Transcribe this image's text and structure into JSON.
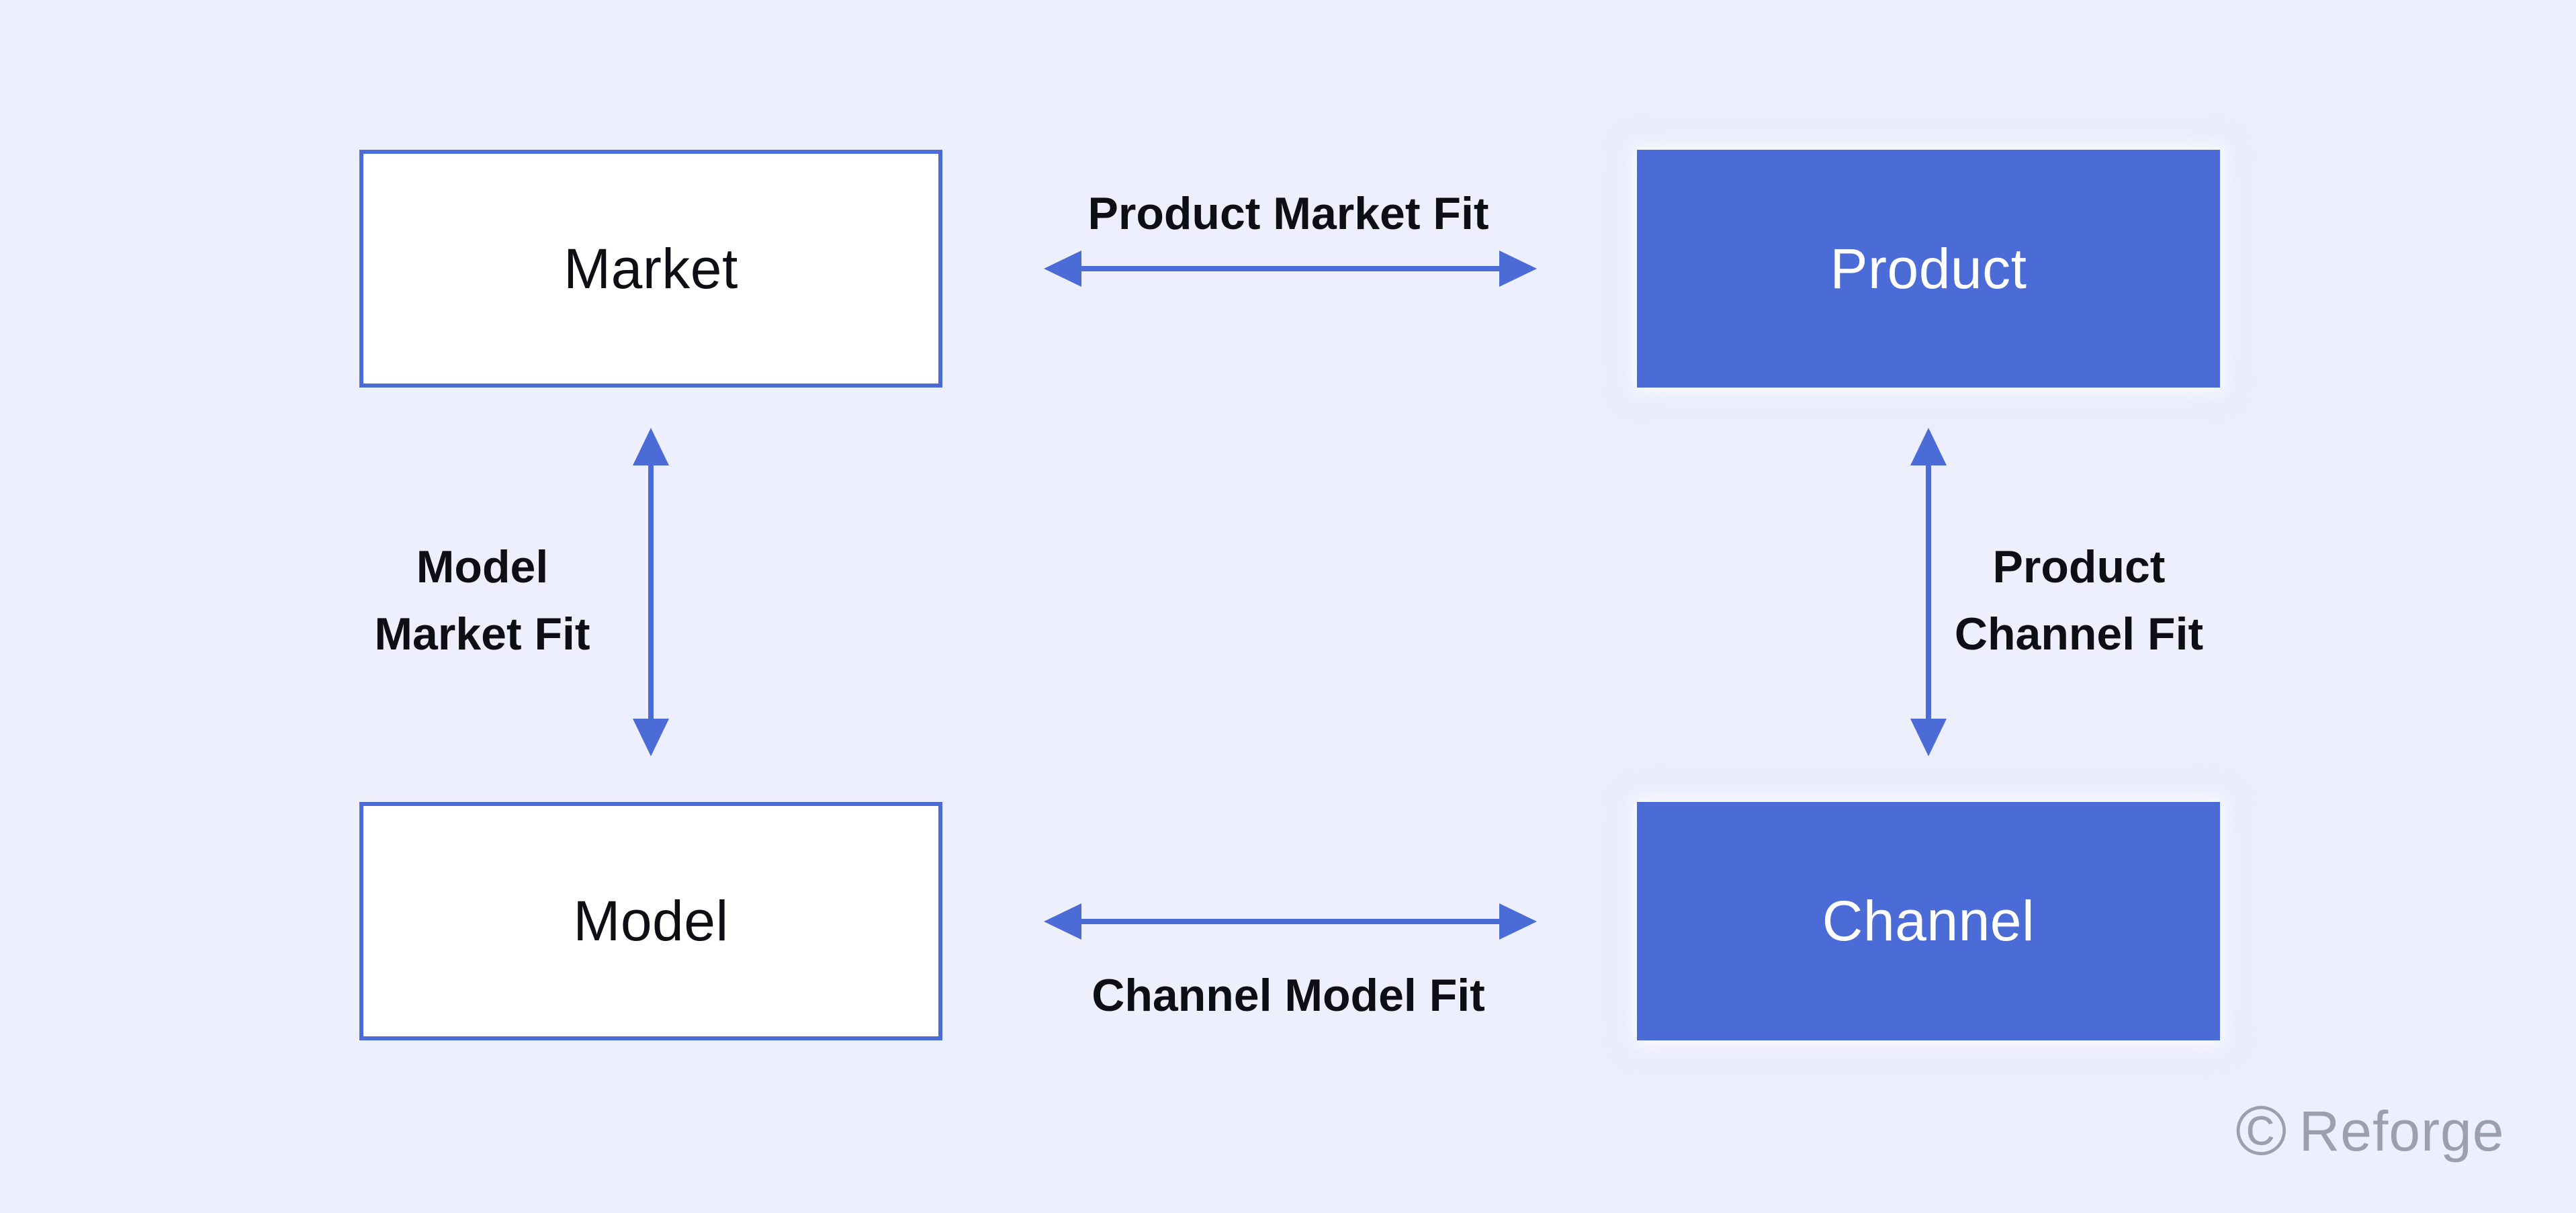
{
  "colors": {
    "background": "#EDEFFC",
    "accent": "#4B6BD6",
    "ink": "#0E0F14",
    "node_text_light": "#FFFFFF",
    "watermark_gray": "#9BA0AE"
  },
  "nodes": {
    "market": {
      "label": "Market",
      "style": "outline"
    },
    "product": {
      "label": "Product",
      "style": "filled"
    },
    "model": {
      "label": "Model",
      "style": "outline"
    },
    "channel": {
      "label": "Channel",
      "style": "filled"
    }
  },
  "edges": {
    "product_market": {
      "label": "Product Market Fit"
    },
    "channel_model": {
      "label": "Channel Model Fit"
    },
    "model_market": {
      "line1": "Model",
      "line2": "Market Fit"
    },
    "product_channel": {
      "line1": "Product",
      "line2": "Channel Fit"
    }
  },
  "watermark": {
    "symbol": "©",
    "text": "Reforge"
  }
}
